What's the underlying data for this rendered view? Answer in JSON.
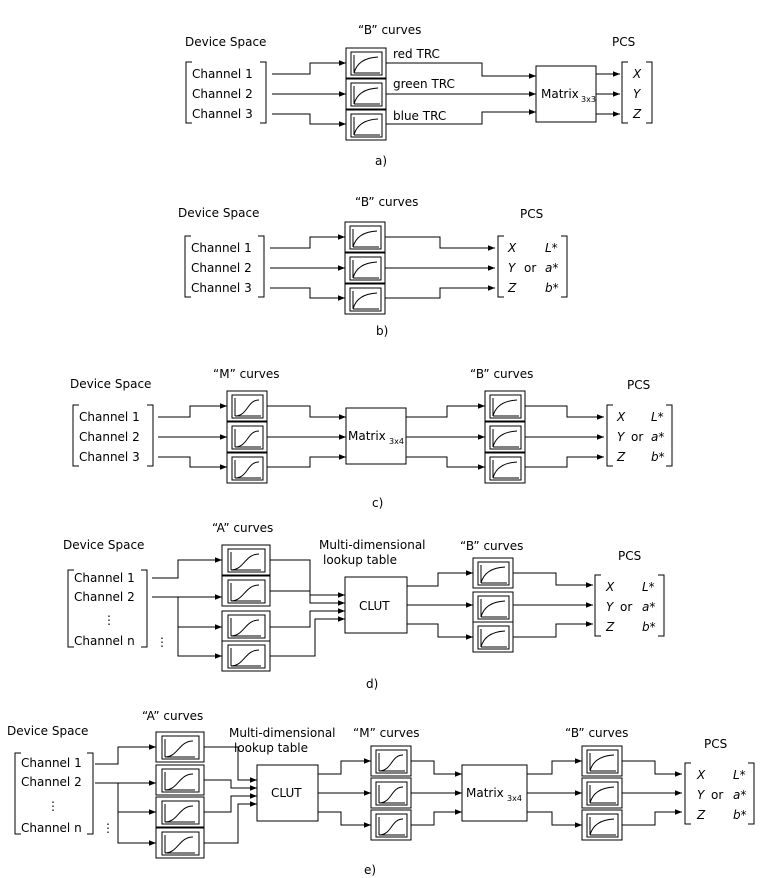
{
  "labels": {
    "device_space": "Device Space",
    "pcs": "PCS",
    "b_curves": "“B” curves",
    "m_curves": "“M” curves",
    "a_curves": "“A” curves",
    "mdlut_line1": "Multi-dimensional",
    "mdlut_line2": "lookup table",
    "clut": "CLUT",
    "matrix": "Matrix",
    "sub_3x3": "3x3",
    "sub_3x4": "3x4",
    "channel_1": "Channel 1",
    "channel_2": "Channel 2",
    "channel_3": "Channel 3",
    "channel_n": "Channel n",
    "red_trc": "red TRC",
    "green_trc": "green TRC",
    "blue_trc": "blue TRC",
    "x": "X",
    "y": "Y",
    "z": "Z",
    "l_star": "L*",
    "a_star": "a*",
    "b_star": "b*",
    "or": "or",
    "ellipsis": "⋮"
  },
  "captions": {
    "a": "a)",
    "b": "b)",
    "c": "c)",
    "d": "d)",
    "e": "e)"
  },
  "icons": {
    "curve_icon": "curve-graph-icon",
    "arrow": "arrow-right-icon"
  }
}
